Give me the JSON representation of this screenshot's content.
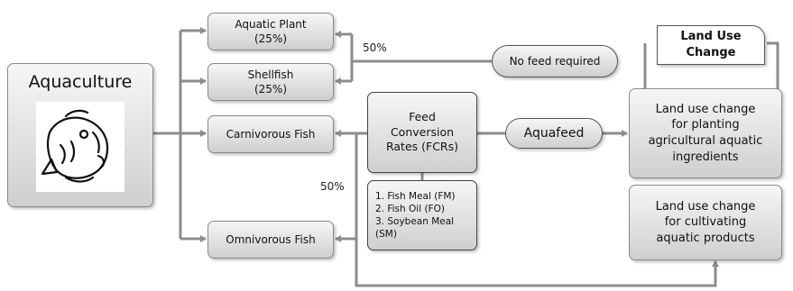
{
  "diagram": {
    "aquaculture": "Aquaculture",
    "aquatic_plant": {
      "line1": "Aquatic Plant",
      "line2": "(25%)"
    },
    "shellfish": {
      "line1": "Shellfish",
      "line2": "(25%)"
    },
    "carnivorous": "Carnivorous Fish",
    "omnivorous": "Omnivorous Fish",
    "fcr": {
      "line1": "Feed",
      "line2": "Conversion",
      "line3": "Rates (FCRs)"
    },
    "feed_list": [
      "1. Fish Meal (FM)",
      "2. Fish Oil (FO)",
      "3. Soybean Meal",
      "(SM)"
    ],
    "no_feed": "No feed required",
    "aquafeed": "Aquafeed",
    "land_use_title": {
      "line1": "Land Use",
      "line2": "Change"
    },
    "luc_planting": {
      "line1": "Land use change",
      "line2": "for planting",
      "line3": "agricultural aquatic",
      "line4": "ingredients"
    },
    "luc_cultivating": {
      "line1": "Land use change",
      "line2": "for cultivating",
      "line3": "aquatic products"
    },
    "pct_top": "50%",
    "pct_mid": "50%"
  },
  "colors": {
    "line": "#8c8c8c",
    "box_top": "#f6f6f6",
    "box_bottom": "#cfcfcf"
  },
  "icons": {
    "fish": "fish-icon"
  }
}
